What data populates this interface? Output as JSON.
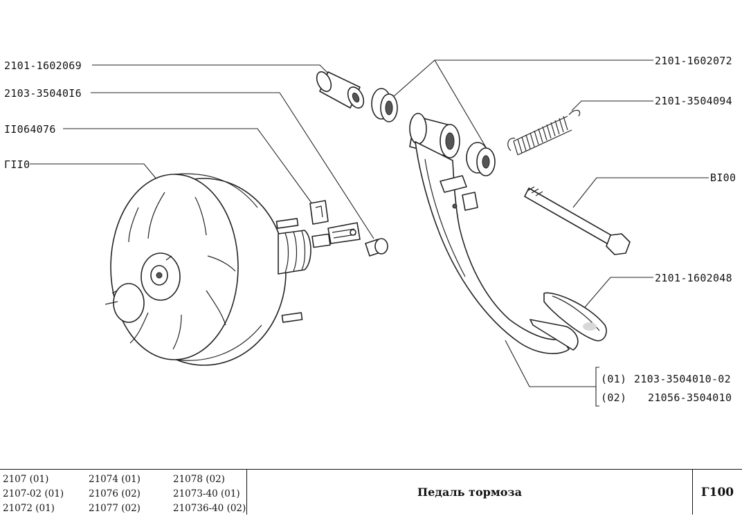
{
  "callouts": {
    "left": [
      "2101-1602069",
      "2103-35040I6",
      "II064076",
      "ГII0"
    ],
    "right": [
      "2101-1602072",
      "2101-3504094",
      "BI00",
      "2101-1602048"
    ],
    "pedal_variants": [
      {
        "tag": "(01)",
        "part": "2103-3504010-02"
      },
      {
        "tag": "(02)",
        "part": "21056-3504010"
      }
    ]
  },
  "footer": {
    "models_col1": [
      "2107 (01)",
      "2107-02 (01)",
      "21072 (01)"
    ],
    "models_col2": [
      "21074 (01)",
      "21076 (02)",
      "21077 (02)"
    ],
    "models_col3": [
      "21078 (02)",
      "21073-40 (01)",
      "210736-40 (02)"
    ],
    "title": "Педаль тормоза",
    "code": "Г100"
  }
}
